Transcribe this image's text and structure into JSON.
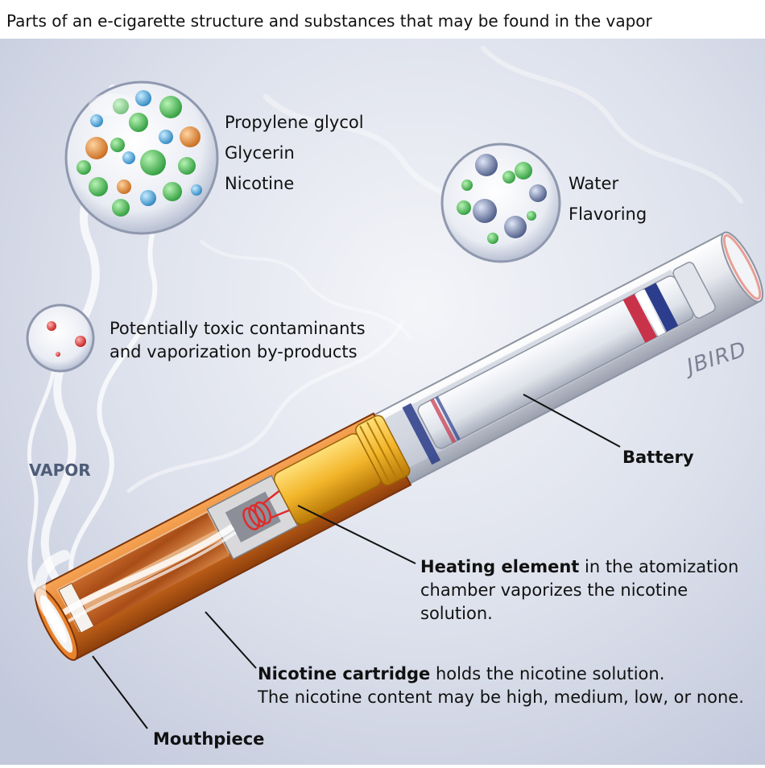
{
  "title": "Parts of an e-cigarette structure and substances that may be found in the vapor",
  "bubbles": {
    "primary": [
      "Propylene glycol",
      "Glycerin",
      "Nicotine"
    ],
    "secondary": [
      "Water",
      "Flavoring"
    ],
    "contaminants": [
      "Potentially toxic contaminants",
      "and vaporization by-products"
    ]
  },
  "vapor_label": "VAPOR",
  "artist_signature": "JBIRD",
  "callouts": {
    "battery": "Battery",
    "heating_bold": "Heating element",
    "heating_line1_rest": " in the atomization",
    "heating_line2": "chamber vaporizes the nicotine",
    "heating_line3": "solution.",
    "cartridge_bold": "Nicotine cartridge",
    "cartridge_line1_rest": " holds the nicotine solution.",
    "cartridge_line2": "The nicotine content may be high, medium, low, or none.",
    "mouthpiece": "Mouthpiece"
  },
  "colors": {
    "cartridge_orange": "#d9731f",
    "battery_white": "#eef0f4",
    "background_blue": "#c9d0e4",
    "molecule_green": "#5fcf6a",
    "molecule_orange": "#e39a4a",
    "molecule_blue": "#5aaed6",
    "contaminant_red": "#e23a3a"
  }
}
